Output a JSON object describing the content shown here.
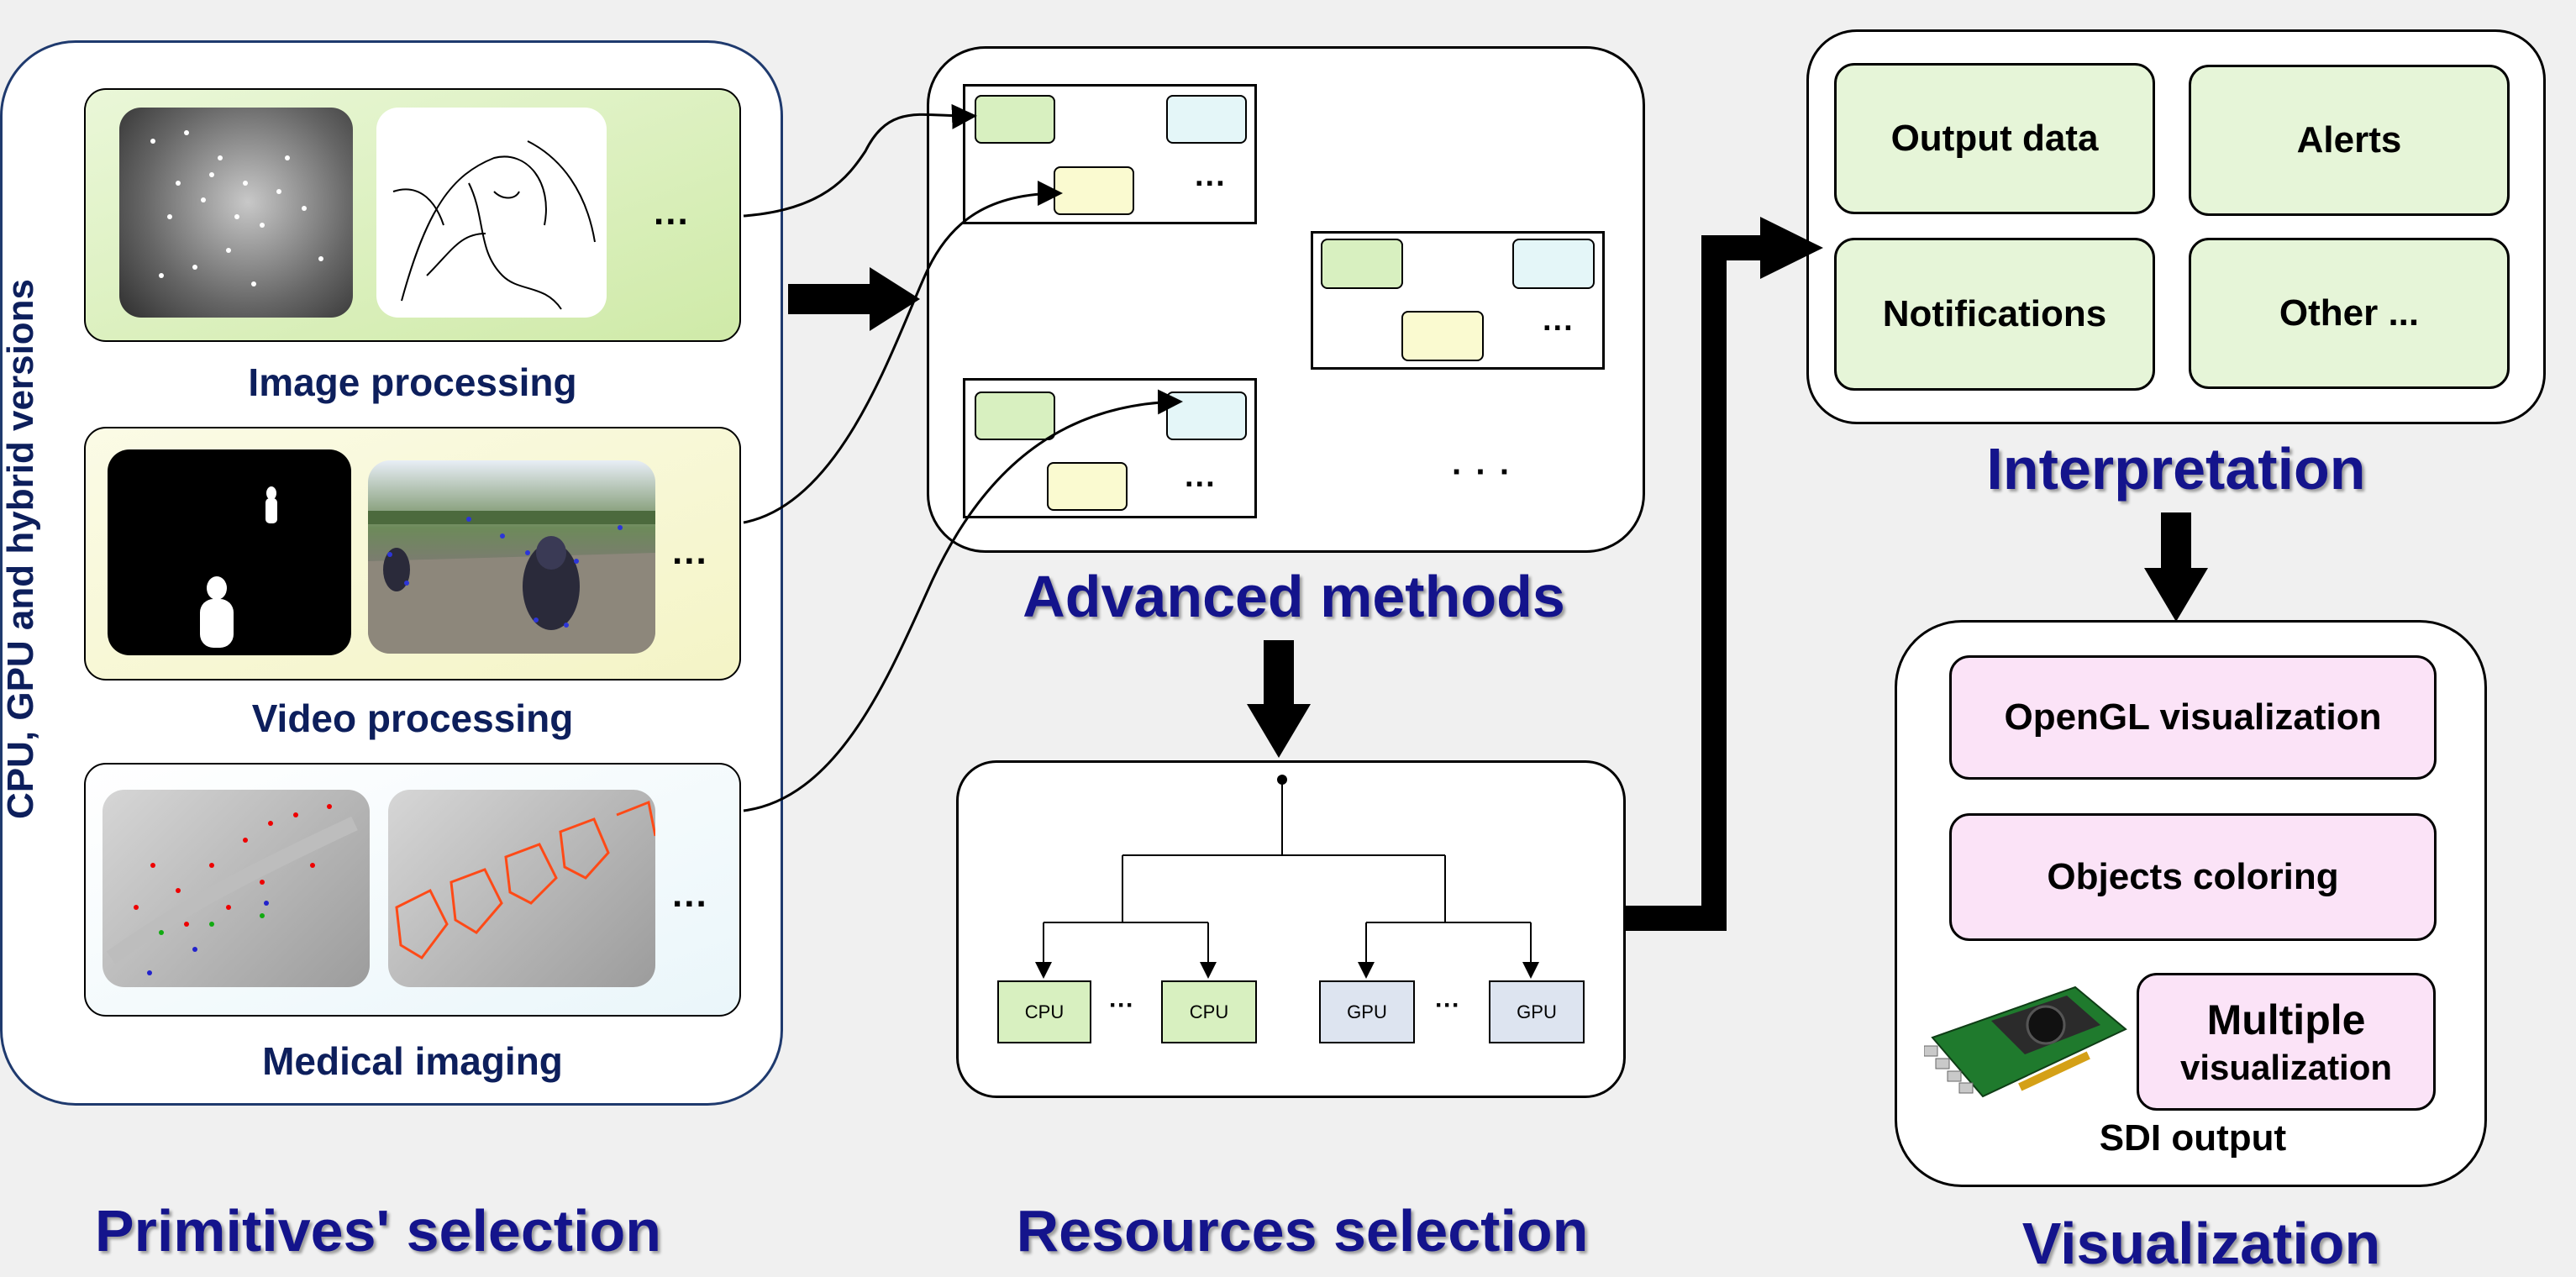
{
  "side_label": "CPU, GPU and hybrid versions",
  "primitives": {
    "title": "Primitives' selection",
    "image_caption": "Image processing",
    "video_caption": "Video processing",
    "medical_caption": "Medical imaging",
    "ellipsis": "..."
  },
  "advanced": {
    "title": "Advanced methods",
    "ellipsis": "...",
    "more": "· · ·"
  },
  "resources": {
    "title": "Resources selection",
    "cpu_label": "CPU",
    "gpu_label": "GPU",
    "ellipsis": "···"
  },
  "interpretation": {
    "title": "Interpretation",
    "items": [
      "Output data",
      "Alerts",
      "Notifications",
      "Other ..."
    ]
  },
  "visualization": {
    "title": "Visualization",
    "opengl": "OpenGL visualization",
    "coloring": "Objects coloring",
    "multiple_line1": "Multiple",
    "multiple_line2": "visualization",
    "sdi": "SDI output"
  },
  "colors": {
    "title_blue": "#14148c",
    "caption_navy": "#0d1f5c",
    "green_box": "#e6f5d8",
    "pink_box": "#fbe3f7",
    "cpu_box": "#d8f0c0",
    "gpu_box": "#dde4f0"
  }
}
